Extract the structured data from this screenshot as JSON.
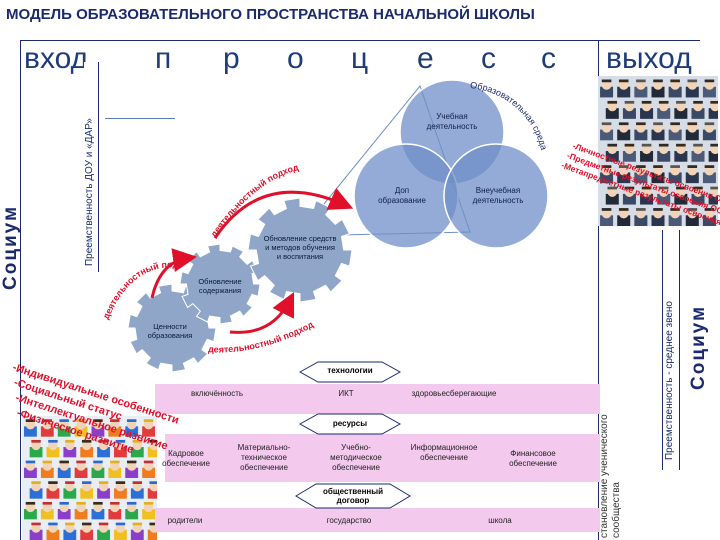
{
  "title": "МОДЕЛЬ ОБРАЗОВАТЕЛЬНОГО ПРОСТРАНСТВА НАЧАЛЬНОЙ ШКОЛЫ",
  "entry_label": "вход",
  "exit_label": "выход",
  "process_letters": [
    "п",
    "р",
    "о",
    "ц",
    "е",
    "с",
    "с"
  ],
  "left_strip_text": "Преемственность ДОУ и «ДАР»",
  "socium_left": "Социум",
  "socium_right": "Социум",
  "right_inner_strip": "Преемственность - среднее звено",
  "right_outer_strip_1": "становление ученического",
  "right_outer_strip_2": "сообщества",
  "circles": {
    "learning": "Учебная деятельность",
    "extra": "Доп образование",
    "extracurricular": "Внеучебная деятельность",
    "arc_label": "Образовательная среда"
  },
  "gears": {
    "values": "Ценности образования",
    "content": "Обновление содержания",
    "methods": "Обновление средств и методов обучения и воспитания"
  },
  "arrows": {
    "top": "деятельностный подход",
    "middle": "деятельностный подход",
    "bottom": "деятельностный подход"
  },
  "left_features": [
    "-Индивидуальные особенности",
    "-Социальный статус",
    "-Интеллектуальное развитие",
    "-Физическое развитие"
  ],
  "right_results": [
    "-Личностные результаты освоения ООП",
    "-Предметные результаты освоения ООП",
    "-Метапредметные результаты освоения ООП"
  ],
  "technologies": {
    "title": "технологии",
    "items": [
      "включённость",
      "ИКТ",
      "здоровьесберегающие"
    ]
  },
  "resources": {
    "title": "ресурсы",
    "items": [
      "Кадровое обеспечение",
      "Материально-техническое обеспечение",
      "Учебно-методическое обеспечение",
      "Информационное обеспечение",
      "Финансовое обеспечение"
    ]
  },
  "contract": {
    "title": "общественный договор",
    "items": [
      "родители",
      "государство",
      "школа"
    ]
  },
  "colors": {
    "navy": "#1a2a6c",
    "red": "#e0102a",
    "pink": "#f3c9ee",
    "gear": "#8fa6c9",
    "circle": "#6f8fc8"
  }
}
